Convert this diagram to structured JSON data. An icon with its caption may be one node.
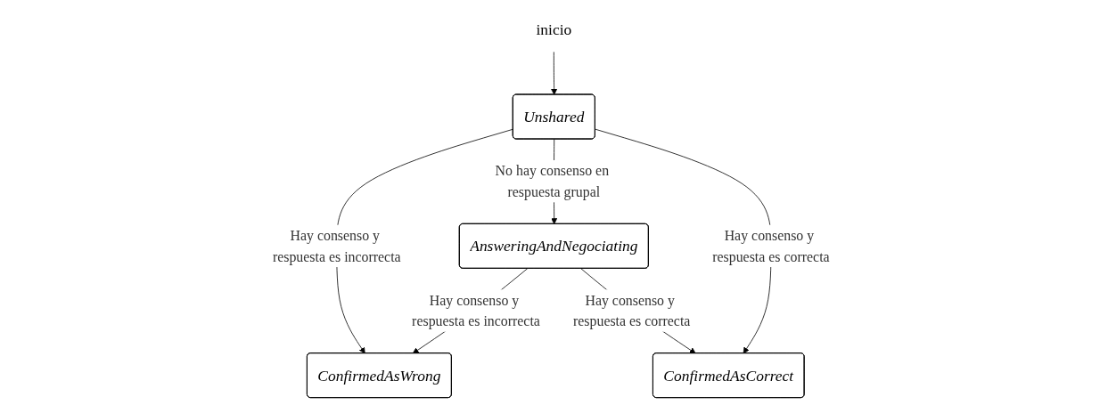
{
  "diagram": {
    "nodes": [
      {
        "text": [
          "inicio"
        ]
      },
      {
        "text": [
          "Unshared"
        ]
      },
      {
        "text": [
          "AnsweringAndNegociating"
        ]
      },
      {
        "text": [
          "ConfirmedAsWrong"
        ]
      },
      {
        "text": [
          "ConfirmedAsCorrect"
        ]
      }
    ],
    "edges": [
      {
        "from": 0,
        "to": 1,
        "arrow": "to"
      },
      {
        "from": 1,
        "to": 3,
        "arrow": "to",
        "label": "Hay consenso y respuesta es incorrecta"
      },
      {
        "from": 1,
        "to": 2,
        "arrow": "to",
        "label": "No hay consenso en respuesta grupal"
      },
      {
        "from": 1,
        "to": 4,
        "arrow": "to",
        "label": "Hay consenso y respuesta es correcta"
      },
      {
        "from": 2,
        "to": 3,
        "arrow": "to",
        "label": "Hay consenso y respuesta es incorrecta"
      },
      {
        "from": 2,
        "to": 4,
        "arrow": "to",
        "label": "Hay consenso y respuesta es correcta"
      }
    ]
  }
}
